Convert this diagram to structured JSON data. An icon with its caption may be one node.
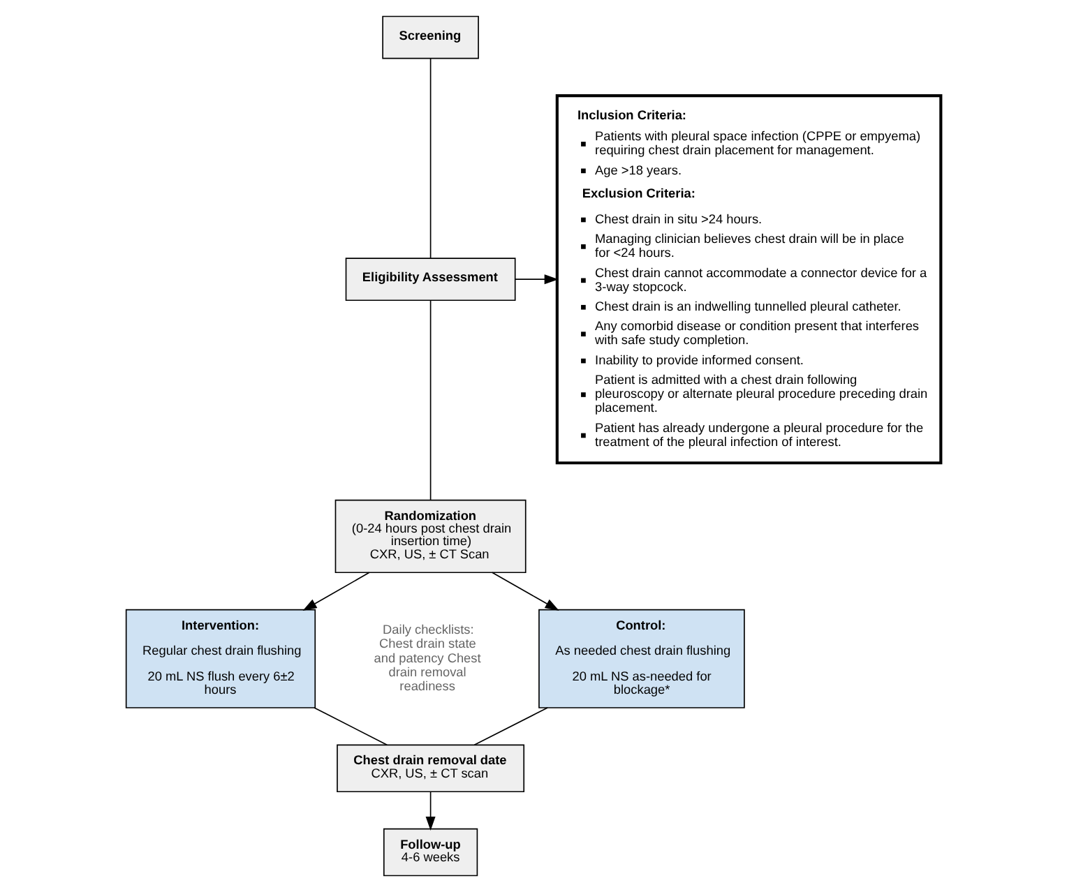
{
  "diagram": {
    "nodes": [
      {
        "text": [
          "Screening"
        ]
      },
      {
        "text": [
          "Eligibility Assessment"
        ]
      },
      {
        "text": [
          "Inclusion Criteria:",
          "Patients with pleural space infection (CPPE or empyema) requiring chest drain placement for management.",
          "Age >18 years.",
          "Exclusion Criteria:",
          "Chest drain in situ >24 hours.",
          "Managing clinician believes chest drain will be in place for <24 hours.",
          "Chest drain cannot accommodate a connector device for a 3-way stopcock.",
          "Chest drain is an indwelling tunnelled pleural catheter.",
          "Any comorbid disease or condition present that interferes with safe study completion.",
          "Inability to provide informed consent.",
          "Patient is admitted with a chest drain following pleuroscopy or alternate pleural procedure preceding drain placement.",
          "Patient has already undergone a pleural procedure for the treatment of the pleural infection of interest."
        ]
      },
      {
        "text": [
          "Randomization",
          "(0-24 hours post chest drain insertion time)",
          "CXR, US, ± CT Scan"
        ]
      },
      {
        "text": [
          "Intervention:",
          "Regular chest drain flushing",
          "20 mL NS flush every 6±2 hours"
        ]
      },
      {
        "text": [
          "Control:",
          "As needed chest drain flushing",
          "20 mL NS as-needed for blockage*"
        ]
      },
      {
        "text": [
          "Chest drain removal date",
          "CXR, US, ± CT scan"
        ]
      },
      {
        "text": [
          "Follow-up",
          "4-6 weeks"
        ]
      }
    ],
    "edges": [
      {
        "from": 0,
        "to": 1,
        "arrow": "none"
      },
      {
        "from": 1,
        "to": 2,
        "arrow": "to"
      },
      {
        "from": 1,
        "to": 3,
        "arrow": "none"
      },
      {
        "from": 3,
        "to": 4,
        "arrow": "to"
      },
      {
        "from": 3,
        "to": 5,
        "arrow": "to"
      },
      {
        "from": 4,
        "to": 6,
        "arrow": "none"
      },
      {
        "from": 5,
        "to": 6,
        "arrow": "none"
      },
      {
        "from": 6,
        "to": 7,
        "arrow": "to"
      }
    ],
    "labels": [
      "Daily checklists: Chest drain state and patency Chest drain removal readiness"
    ]
  }
}
